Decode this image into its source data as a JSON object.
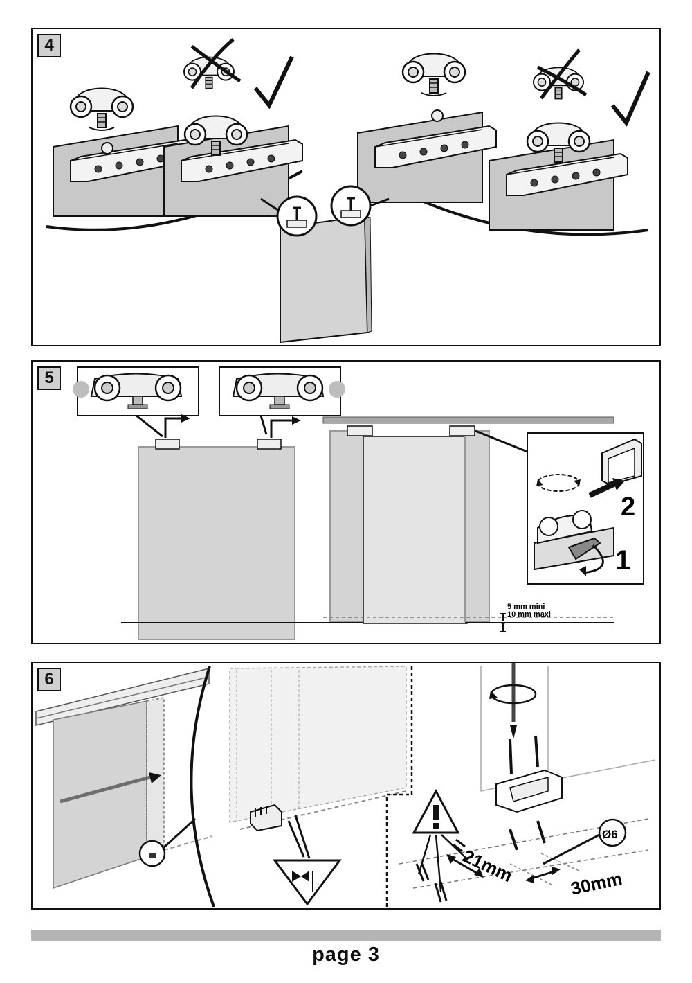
{
  "steps": [
    {
      "number": "4"
    },
    {
      "number": "5"
    },
    {
      "number": "6"
    }
  ],
  "step5": {
    "clearance_min": "5 mm mini",
    "clearance_max": "10 mm maxi",
    "action_1": "1",
    "action_2": "2"
  },
  "step6": {
    "hole_diameter": "Ø6",
    "distance_a": "21mm",
    "distance_b": "30mm"
  },
  "footer": {
    "page_label": "page 3"
  },
  "colors": {
    "door_fill": "#d4d4d4",
    "step_badge_fill": "#d0d0d0",
    "footer_bar": "#b4b4b4"
  }
}
